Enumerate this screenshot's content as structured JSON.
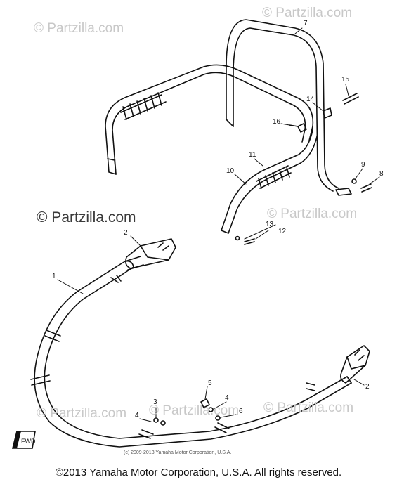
{
  "watermarks": {
    "top_left": "© Partzilla.com",
    "top_right": "© Partzilla.com",
    "middle_left": "© Partzilla.com",
    "middle_right": "© Partzilla.com",
    "lower_left": "© Partzilla.com",
    "lower_middle": "© Partzilla.com",
    "lower_right": "© Partzilla.com"
  },
  "callouts": {
    "p1": "1",
    "p2a": "2",
    "p2b": "2",
    "p3": "3",
    "p4a": "4",
    "p4b": "4",
    "p5": "5",
    "p6": "6",
    "p7": "7",
    "p8": "8",
    "p9": "9",
    "p10": "10",
    "p11": "11",
    "p12": "12",
    "p13": "13",
    "p14": "14",
    "p15": "15",
    "p16": "16"
  },
  "inner_copyright": "(c) 2009-2013 Yamaha Motor Corporation, U.S.A.",
  "fwd_label": "FWD",
  "footer": "©2013 Yamaha Motor Corporation, U.S.A. All rights reserved.",
  "colors": {
    "line": "#111111",
    "watermark": "#c8c8c8"
  }
}
